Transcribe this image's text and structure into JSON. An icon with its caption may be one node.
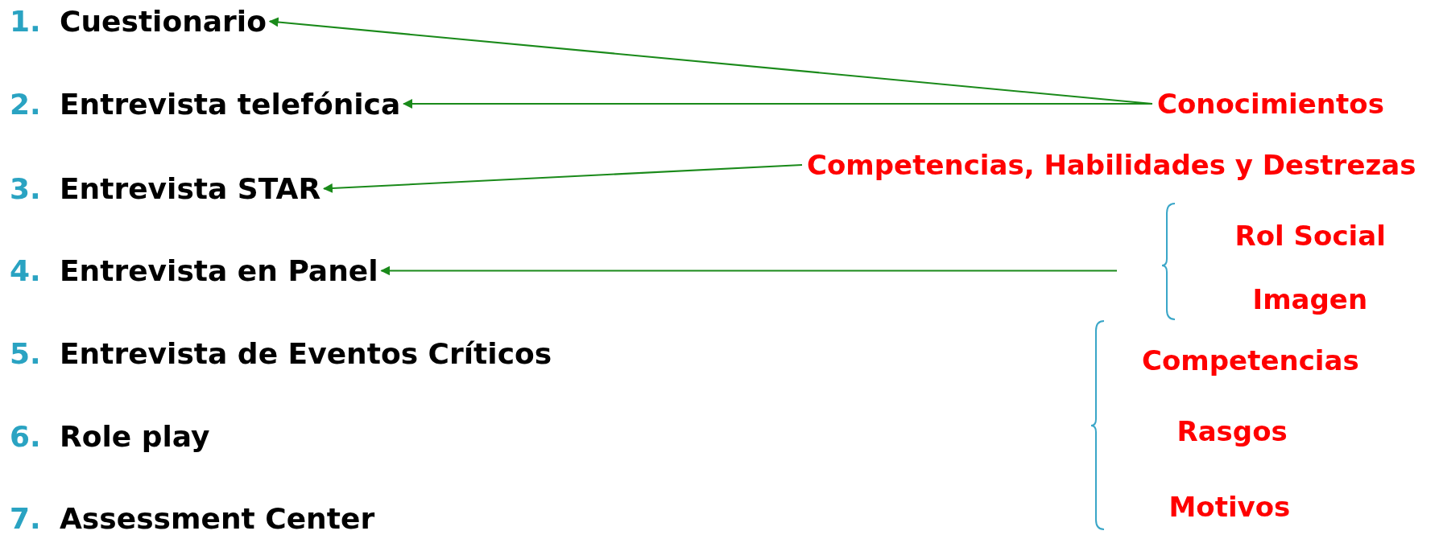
{
  "diagram": {
    "nodes": [
      {
        "text": [
          "1.",
          "Cuestionario"
        ]
      },
      {
        "text": [
          "2.",
          "Entrevista telefónica"
        ]
      },
      {
        "text": [
          "3.",
          "Entrevista STAR"
        ]
      },
      {
        "text": [
          "4.",
          "Entrevista en Panel"
        ]
      },
      {
        "text": [
          "5.",
          "Entrevista de Eventos Críticos"
        ]
      },
      {
        "text": [
          "6.",
          "Role play"
        ]
      },
      {
        "text": [
          "7.",
          "Assessment Center"
        ]
      },
      {
        "text": [
          "Conocimientos"
        ]
      },
      {
        "text": [
          "Competencias, Habilidades y Destrezas"
        ]
      },
      {
        "text": [
          "Rol Social"
        ]
      },
      {
        "text": [
          "Imagen"
        ]
      },
      {
        "text": [
          "Competencias"
        ]
      },
      {
        "text": [
          "Rasgos"
        ]
      },
      {
        "text": [
          "Motivos"
        ]
      }
    ],
    "edges": [
      {
        "from": 7,
        "to": 0,
        "arrow": "to"
      },
      {
        "from": 7,
        "to": 1,
        "arrow": "to"
      },
      {
        "from": 8,
        "to": 2,
        "arrow": "to"
      },
      {
        "from": null,
        "to": 3,
        "arrow": "to"
      }
    ]
  }
}
